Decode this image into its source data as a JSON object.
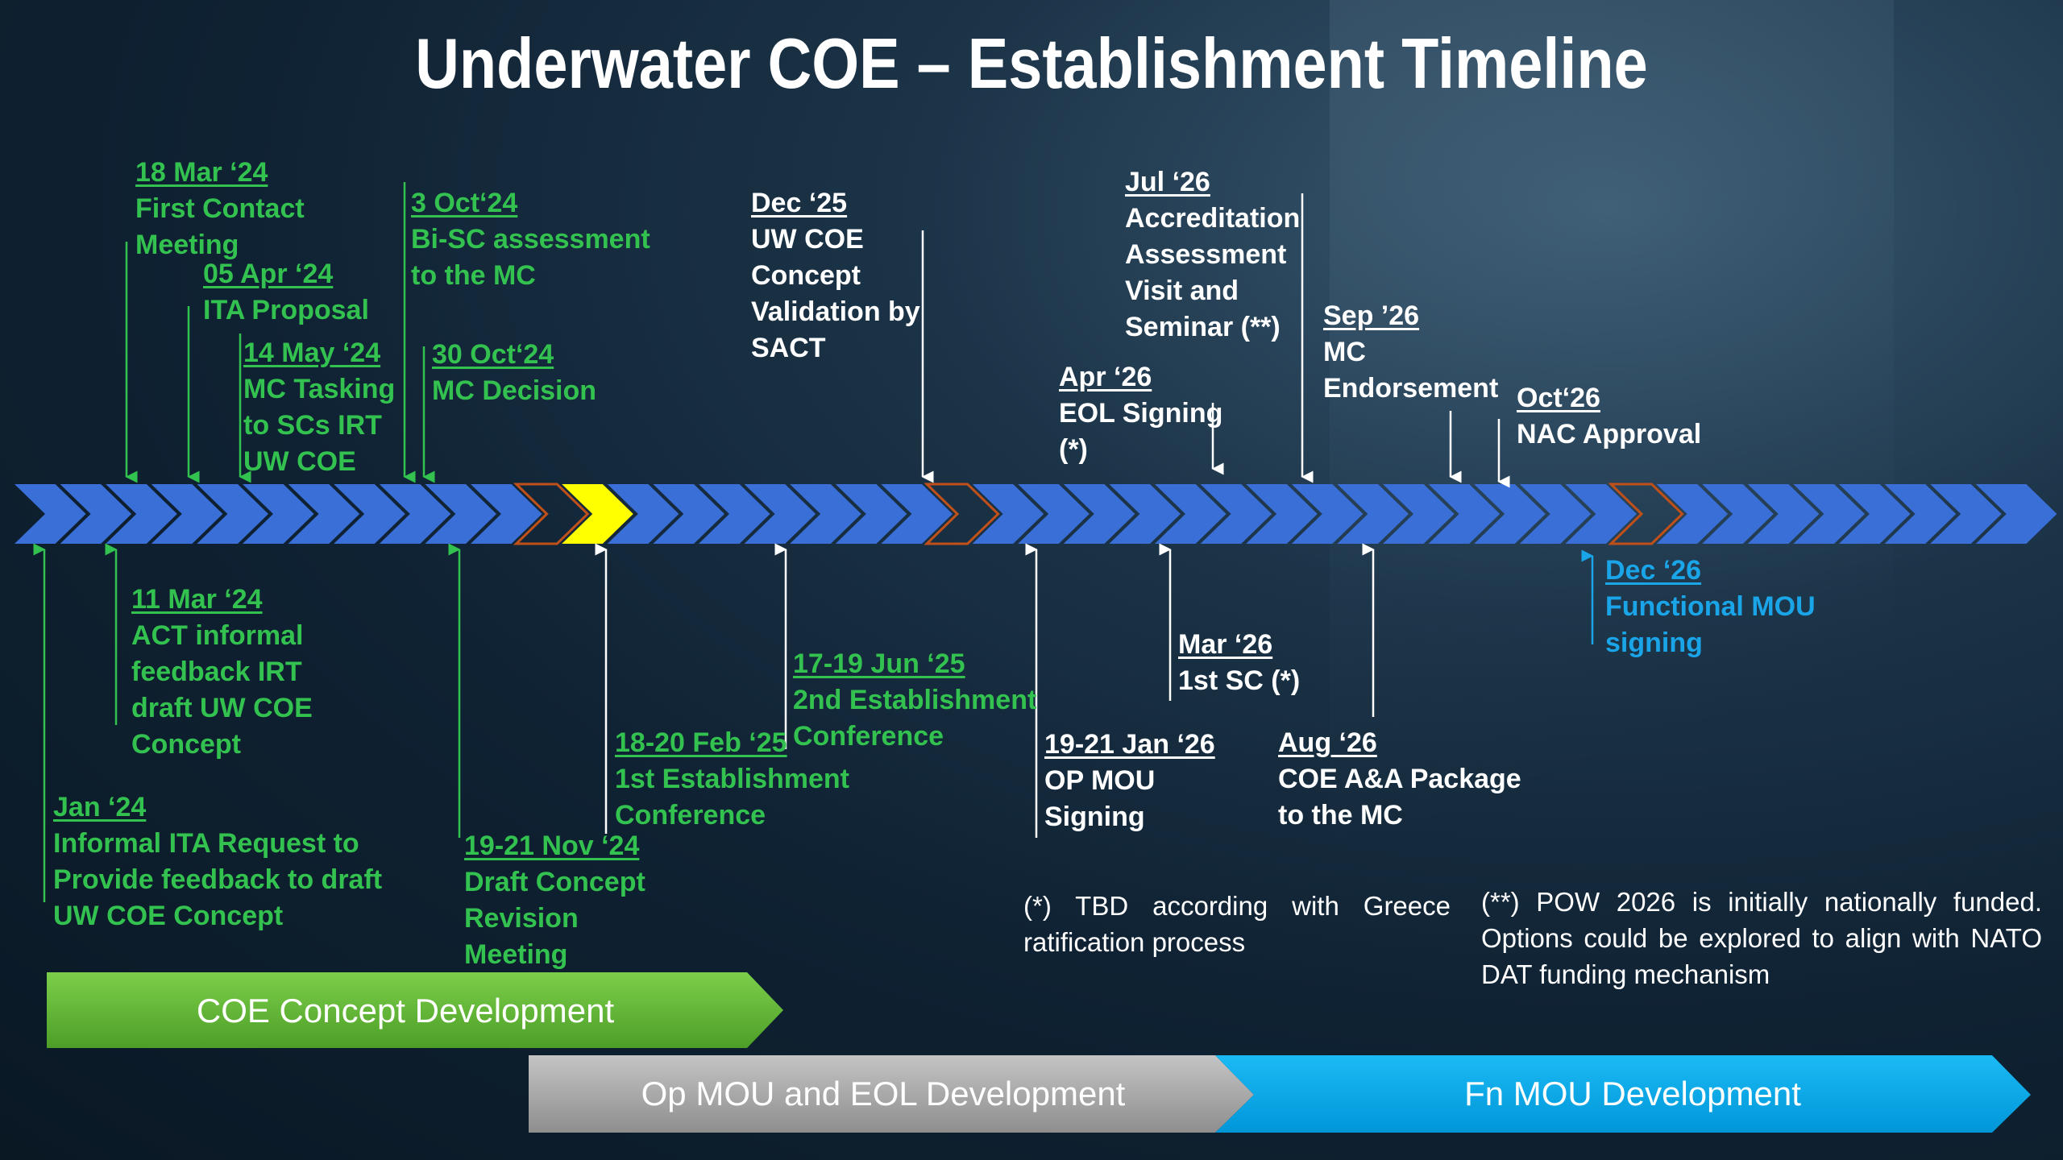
{
  "title": "Underwater COE – Establishment Timeline",
  "colors": {
    "chevron": "#3a6fd8",
    "chevron_highlight": "#ffff00",
    "chevron_outline": "#c0501a",
    "green_text": "#33c24f",
    "blue_text": "#1aa5e8",
    "band_green": "#5fb832",
    "band_grey": "#a5a5a5",
    "band_cyan": "#00a9ec"
  },
  "timeline": {
    "chevron_count": 44,
    "highlight_chevron": 12,
    "outlined_chevrons": [
      11,
      20,
      35
    ]
  },
  "milestones_above": [
    {
      "date": "18 Mar ‘24",
      "text": "First Contact\nMeeting",
      "color": "green"
    },
    {
      "date": "05 Apr ‘24",
      "text": "ITA Proposal",
      "color": "green"
    },
    {
      "date": "14 May ‘24",
      "text": "MC Tasking\nto SCs IRT\nUW COE",
      "color": "green"
    },
    {
      "date": "3 Oct‘24",
      "text": "Bi-SC assessment\nto the MC",
      "color": "green"
    },
    {
      "date": "30 Oct‘24",
      "text": "MC Decision",
      "color": "green"
    },
    {
      "date": "Dec ‘25",
      "text": "UW COE\nConcept\nValidation by\nSACT",
      "color": "white"
    },
    {
      "date": "Apr ‘26",
      "text": "EOL Signing\n(*)",
      "color": "white"
    },
    {
      "date": "Jul ‘26",
      "text": "Accreditation\nAssessment\nVisit and\nSeminar (**)",
      "color": "white"
    },
    {
      "date": "Sep ’26",
      "text": "MC\nEndorsement",
      "color": "white"
    },
    {
      "date": "Oct‘26",
      "text": "NAC Approval",
      "color": "white"
    }
  ],
  "milestones_below": [
    {
      "date": "Jan ‘24",
      "text": "Informal ITA Request to\nProvide feedback to draft\nUW COE Concept",
      "color": "green"
    },
    {
      "date": "11 Mar ‘24",
      "text": "ACT informal\nfeedback IRT\ndraft UW COE\nConcept",
      "color": "green"
    },
    {
      "date": "19-21 Nov ‘24",
      "text": "Draft Concept\nRevision\nMeeting",
      "color": "green"
    },
    {
      "date": "18-20 Feb ‘25",
      "text": "1st Establishment\nConference",
      "color": "green"
    },
    {
      "date": "17-19 Jun ‘25",
      "text": "2nd Establishment\nConference",
      "color": "green"
    },
    {
      "date": "19-21 Jan ‘26",
      "text": "OP MOU\nSigning",
      "color": "white"
    },
    {
      "date": "Mar ‘26",
      "text": "1st SC (*)",
      "color": "white"
    },
    {
      "date": "Aug ‘26",
      "text": "COE A&A Package\nto the MC",
      "color": "white"
    },
    {
      "date": "Dec ‘26",
      "text": "Functional MOU\nsigning",
      "color": "blue"
    }
  ],
  "notes": {
    "tbd": "(*) TBD according with Greece ratification process",
    "pow": "(**) POW 2026 is initially nationally funded. Options could be explored to align with NATO DAT funding mechanism"
  },
  "bands": {
    "concept": "COE Concept Development",
    "op_mou": "Op MOU and EOL Development",
    "fn_mou": "Fn MOU Development"
  }
}
